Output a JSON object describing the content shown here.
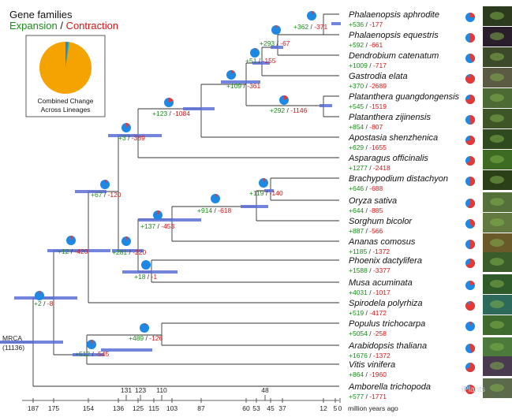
{
  "legend": {
    "title": "Gene families",
    "expansion": "Expansion",
    "separator": " / ",
    "contraction": "Contraction",
    "caption_line1": "Combined Change",
    "caption_line2": "Across Lineages",
    "pie_colors": {
      "expansion": "#1e88e5",
      "contraction": "#e53935",
      "unchanged": "#f5a300"
    }
  },
  "root": {
    "label": "MRCA",
    "count": "(11136)"
  },
  "species": [
    {
      "name": "Phalaenopsis aphrodite",
      "exp": "+536",
      "con": "-177"
    },
    {
      "name": "Phalaenopsis equestris",
      "exp": "+592",
      "con": "-661"
    },
    {
      "name": "Dendrobium catenatum",
      "exp": "+1009",
      "con": "-717"
    },
    {
      "name": "Gastrodia elata",
      "exp": "+370",
      "con": "-2689"
    },
    {
      "name": "Platanthera guangdongensis",
      "exp": "+545",
      "con": "-1519"
    },
    {
      "name": "Platanthera zijinensis",
      "exp": "+854",
      "con": "-807"
    },
    {
      "name": "Apostasia shenzhenica",
      "exp": "+629",
      "con": "-1655"
    },
    {
      "name": "Asparagus officinalis",
      "exp": "+1277",
      "con": "-2418"
    },
    {
      "name": "Brachypodium distachyon",
      "exp": "+646",
      "con": "-688"
    },
    {
      "name": "Oryza sativa",
      "exp": "+644",
      "con": "-885"
    },
    {
      "name": "Sorghum bicolor",
      "exp": "+887",
      "con": "-566"
    },
    {
      "name": "Ananas comosus",
      "exp": "+1185",
      "con": "-1372"
    },
    {
      "name": "Phoenix dactylifera",
      "exp": "+1588",
      "con": "-3377"
    },
    {
      "name": "Musa acuminata",
      "exp": "+4031",
      "con": "-1017"
    },
    {
      "name": "Spirodela polyrhiza",
      "exp": "+519",
      "con": "-4172"
    },
    {
      "name": "Populus trichocarpa",
      "exp": "+5054",
      "con": "-258"
    },
    {
      "name": "Arabidopsis thaliana",
      "exp": "+1676",
      "con": "-1372"
    },
    {
      "name": "Vitis vinifera",
      "exp": "+864",
      "con": "-1960"
    },
    {
      "name": "Amborella trichopoda",
      "exp": "+577",
      "con": "-1771"
    }
  ],
  "nodes": [
    {
      "exp": "+2",
      "con": "-8"
    },
    {
      "exp": "+12",
      "con": "-420"
    },
    {
      "exp": "+67",
      "con": "-120"
    },
    {
      "exp": "+3",
      "con": "-389"
    },
    {
      "exp": "+123",
      "con": "-1084"
    },
    {
      "exp": "+109",
      "con": "-361"
    },
    {
      "exp": "+51",
      "con": "-155"
    },
    {
      "exp": "+293",
      "con": "-67"
    },
    {
      "exp": "+362",
      "con": "-371"
    },
    {
      "exp": "+292",
      "con": "-1146"
    },
    {
      "exp": "+281",
      "con": "-220"
    },
    {
      "exp": "+18",
      "con": "-1"
    },
    {
      "exp": "+137",
      "con": "-453"
    },
    {
      "exp": "+914",
      "con": "-618"
    },
    {
      "exp": "+119",
      "con": "-140"
    },
    {
      "exp": "+512",
      "con": "-545"
    },
    {
      "exp": "+489",
      "con": "-126"
    }
  ],
  "axis": {
    "ticks": [
      "187",
      "175",
      "154",
      "136",
      "125",
      "115",
      "103",
      "87",
      "60",
      "53",
      "45",
      "37",
      "12",
      "5",
      "0"
    ],
    "unit": "million years ago",
    "extra_ticks": [
      "131",
      "123",
      "110",
      "48"
    ]
  },
  "watermark": "iPlants"
}
